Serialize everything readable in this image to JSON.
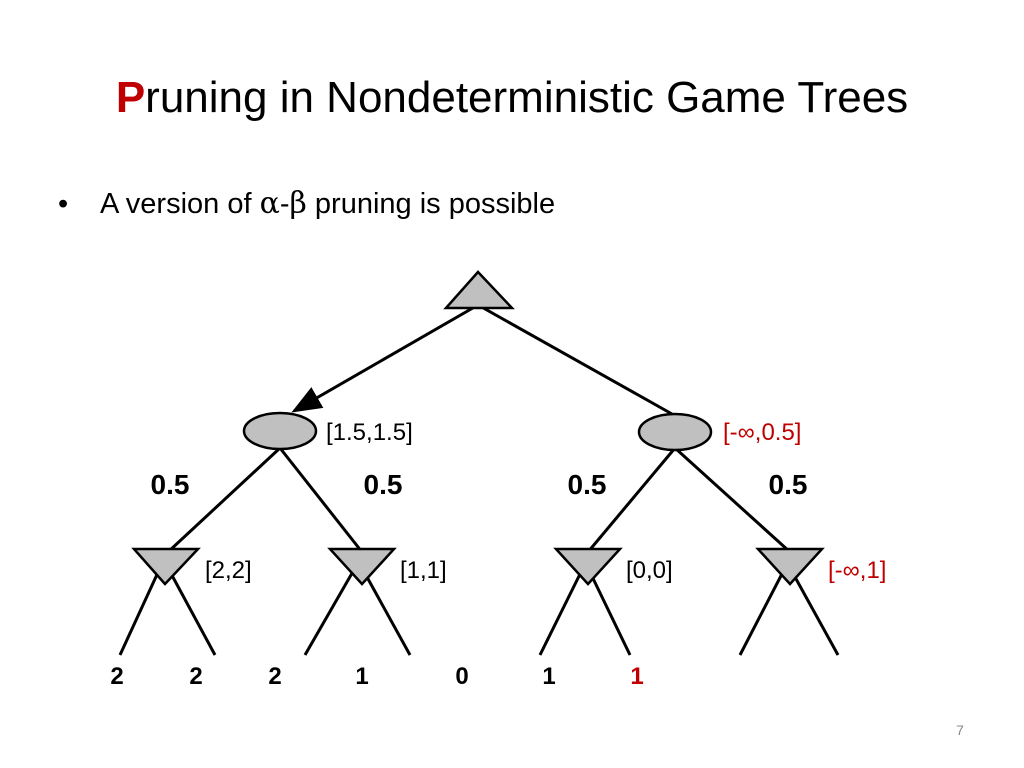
{
  "slide": {
    "title_first_letter": "P",
    "title_rest": "runing in Nondeterministic Game Trees",
    "bullet_prefix": "A version of ",
    "bullet_alpha": "α",
    "bullet_dash": "-",
    "bullet_beta": "β",
    "bullet_suffix": " pruning is possible",
    "page_number": "7"
  },
  "tree": {
    "chance_left_bound": "[1.5,1.5]",
    "chance_right_bound": "[-∞,0.5]",
    "prob_1": "0.5",
    "prob_2": "0.5",
    "prob_3": "0.5",
    "prob_4": "0.5",
    "min_1_bound": "[2,2]",
    "min_2_bound": "[1,1]",
    "min_3_bound": "[0,0]",
    "min_4_bound": "[-∞,1]",
    "leaf_1": "2",
    "leaf_2": "2",
    "leaf_3": "2",
    "leaf_4": "1",
    "leaf_5": "0",
    "leaf_6": "1",
    "leaf_7": "1"
  },
  "colors": {
    "accent_red": "#c00000",
    "node_gray": "#c0c0c0"
  }
}
